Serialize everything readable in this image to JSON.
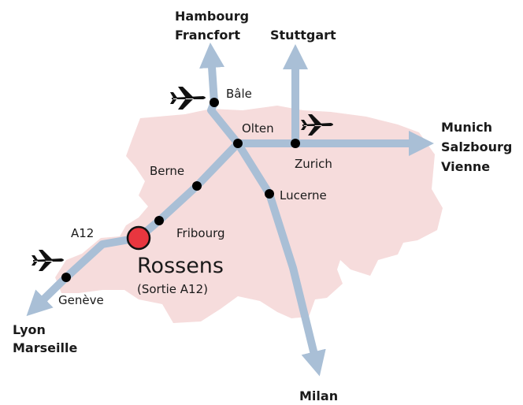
{
  "colors": {
    "region": "#f6dcdc",
    "road": "#a9bfd6",
    "dot": "#000000",
    "highlight": "#e8363f"
  },
  "destinations": {
    "north1": "Hambourg",
    "north2": "Francfort",
    "north3": "Stuttgart",
    "east1": "Munich",
    "east2": "Salzbourg",
    "east3": "Vienne",
    "sw1": "Lyon",
    "sw2": "Marseille",
    "south": "Milan"
  },
  "cities": {
    "bale": "Bâle",
    "olten": "Olten",
    "zurich": "Zurich",
    "berne": "Berne",
    "lucerne": "Lucerne",
    "fribourg": "Fribourg",
    "geneve": "Genève"
  },
  "road_label": "A12",
  "highlight": {
    "name": "Rossens",
    "note": "(Sortie A12)"
  },
  "airports": [
    "Genève",
    "Bâle",
    "Zurich"
  ]
}
